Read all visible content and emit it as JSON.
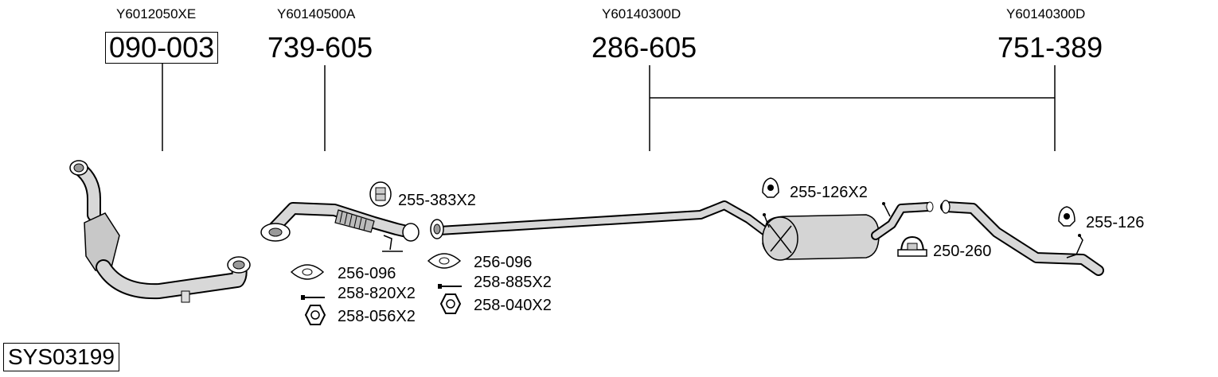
{
  "diagram": {
    "columns": [
      {
        "reference": "Y6012050XE",
        "part": "090-003"
      },
      {
        "reference": "Y60140500A",
        "part": "739-605"
      },
      {
        "reference": "Y60140300D",
        "part": "286-605"
      },
      {
        "reference": "Y60140300D",
        "part": "751-389"
      }
    ],
    "accessories": {
      "mount_1": "255-383X2",
      "gasket_1": "256-096",
      "bolt_1": "258-820X2",
      "nut_1": "258-056X2",
      "gasket_2": "256-096",
      "bolt_2": "258-885X2",
      "nut_2": "258-040X2",
      "mount_2": "255-126X2",
      "clamp": "250-260",
      "mount_3": "255-126"
    },
    "system_code": "SYS03199"
  },
  "colors": {
    "line": "#000000",
    "pipe": "#d8d8d8",
    "part_fill": "#cccccc"
  }
}
